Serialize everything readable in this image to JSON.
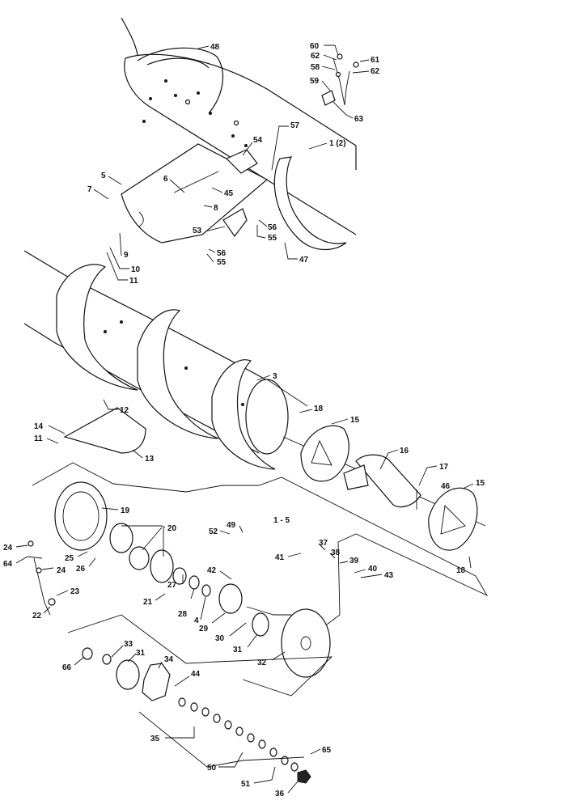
{
  "diagram": {
    "labels": {
      "l48": "48",
      "l60": "60",
      "l62a": "62",
      "l58": "58",
      "l61": "61",
      "l62b": "62",
      "l59": "59",
      "l63": "63",
      "l57": "57",
      "l54": "54",
      "l1": "1 (2)",
      "l5": "5",
      "l6": "6",
      "l7": "7",
      "l45": "45",
      "l8": "8",
      "l53": "53",
      "l56a": "56",
      "l55a": "55",
      "l56b": "56",
      "l55b": "55",
      "l47": "47",
      "l9": "9",
      "l10": "10",
      "l11a": "11",
      "l3": "3",
      "l12": "12",
      "l14": "14",
      "l11b": "11",
      "l13": "13",
      "l18a": "18",
      "l15a": "15",
      "l16": "16",
      "l17": "17",
      "l46": "46",
      "l15b": "15",
      "l18b": "18",
      "l19": "19",
      "l20": "20",
      "l52": "52",
      "l49": "49",
      "l15range": "1 - 5",
      "l24a": "24",
      "l64": "64",
      "l25": "25",
      "l26": "26",
      "l24b": "24",
      "l23": "23",
      "l22": "22",
      "l21": "21",
      "l27": "27",
      "l28": "28",
      "l4": "4",
      "l42": "42",
      "l29": "29",
      "l37": "37",
      "l41": "41",
      "l38": "38",
      "l39": "39",
      "l40": "40",
      "l43": "43",
      "l30": "30",
      "l31a": "31",
      "l32": "32",
      "l33": "33",
      "l31b": "31",
      "l34": "34",
      "l44": "44",
      "l66": "66",
      "l35": "35",
      "l65": "65",
      "l50": "50",
      "l51": "51",
      "l36": "36"
    }
  }
}
